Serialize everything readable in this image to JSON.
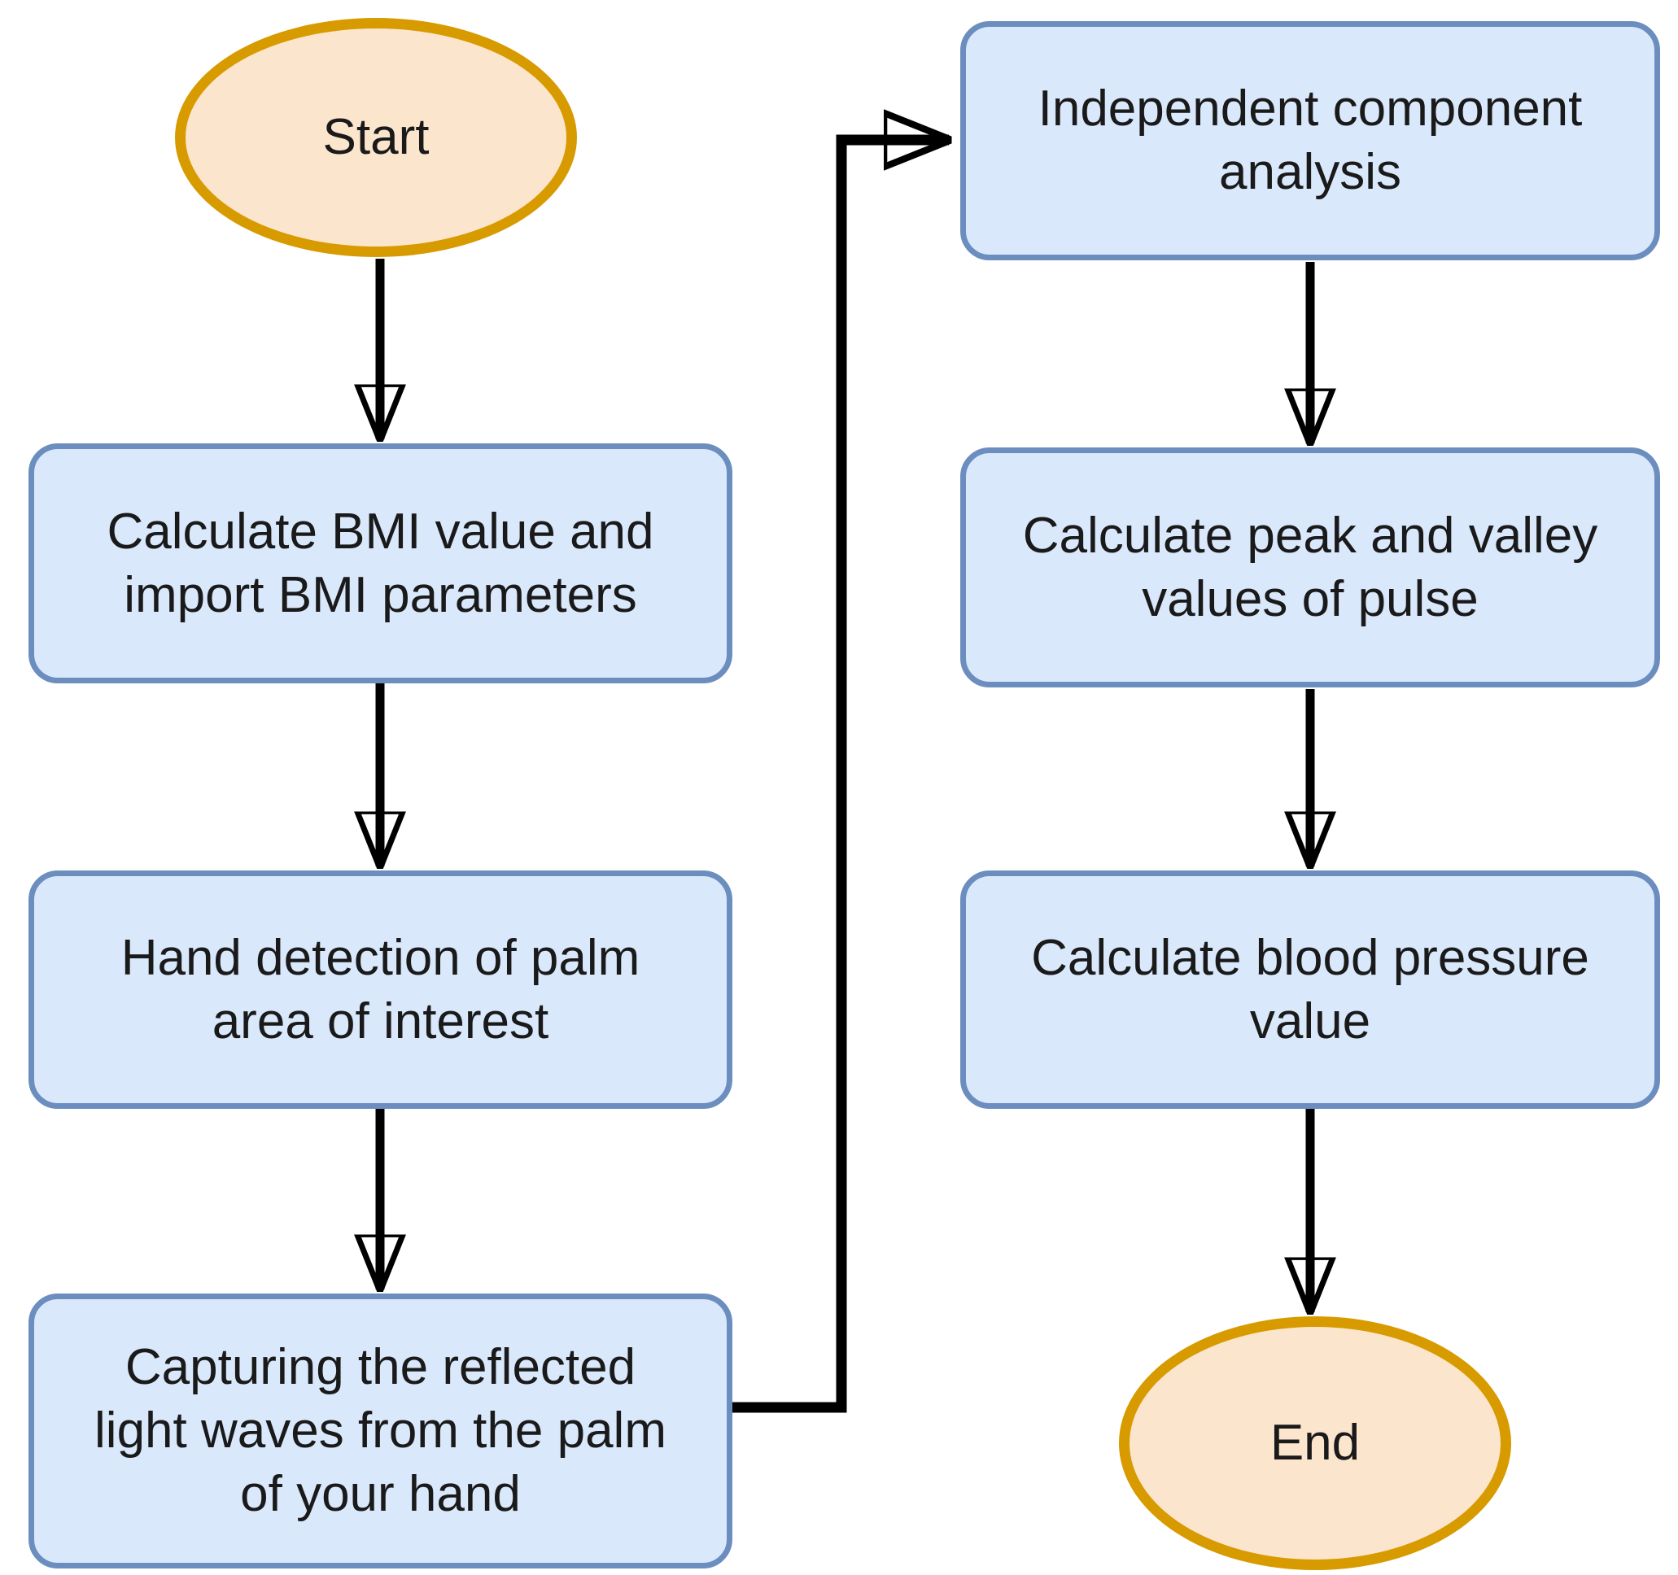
{
  "figure": {
    "type": "flowchart",
    "background": "#ffffff",
    "palette": {
      "terminal_fill": "#fce5cd",
      "terminal_stroke": "#d79b00",
      "process_fill": "#dae8fc",
      "process_stroke": "#6c8ebf",
      "connector_color": "#000000",
      "text_color": "#1a1a1a"
    },
    "nodes": [
      {
        "id": "start",
        "shape": "ellipse",
        "label": "Start"
      },
      {
        "id": "bmi",
        "shape": "rectangle",
        "label": "Calculate BMI value and import BMI parameters"
      },
      {
        "id": "hand",
        "shape": "rectangle",
        "label": "Hand detection of palm area of interest"
      },
      {
        "id": "capture",
        "shape": "rectangle",
        "label": "Capturing the reflected light waves from the palm of your hand"
      },
      {
        "id": "ica",
        "shape": "rectangle",
        "label": "Independent component analysis"
      },
      {
        "id": "peak",
        "shape": "rectangle",
        "label": "Calculate peak and valley values of pulse"
      },
      {
        "id": "pressure",
        "shape": "rectangle",
        "label": "Calculate blood pressure value"
      },
      {
        "id": "end",
        "shape": "ellipse",
        "label": "End"
      }
    ],
    "edges": [
      {
        "from": "start",
        "to": "bmi",
        "style": "straight-down"
      },
      {
        "from": "bmi",
        "to": "hand",
        "style": "straight-down"
      },
      {
        "from": "hand",
        "to": "capture",
        "style": "straight-down"
      },
      {
        "from": "capture",
        "to": "ica",
        "style": "elbow-right-up-right"
      },
      {
        "from": "ica",
        "to": "peak",
        "style": "straight-down"
      },
      {
        "from": "peak",
        "to": "pressure",
        "style": "straight-down"
      },
      {
        "from": "pressure",
        "to": "end",
        "style": "straight-down"
      }
    ]
  }
}
